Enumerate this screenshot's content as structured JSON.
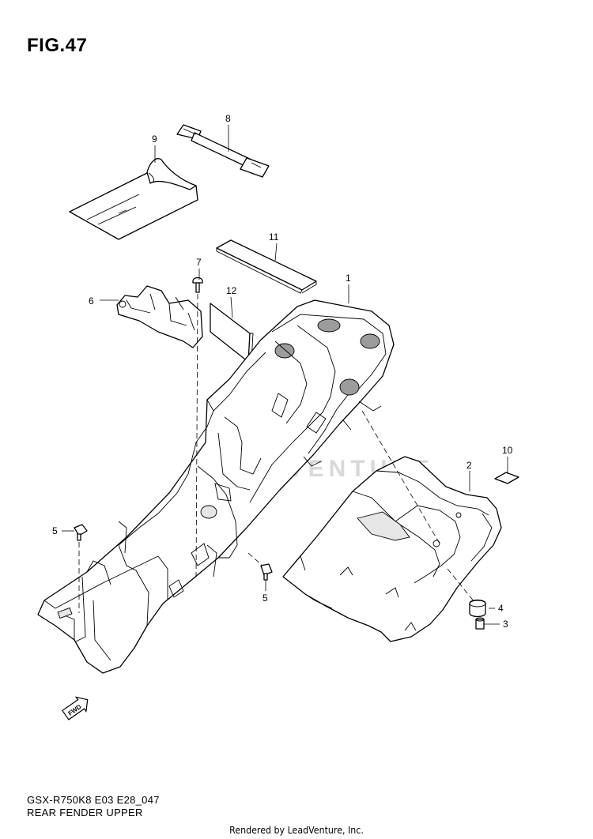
{
  "figure": {
    "title": "FIG.47",
    "model_code": "GSX-R750K8 E03 E28_047",
    "caption": "REAR FENDER UPPER",
    "credit": "Rendered by LeadVenture, Inc.",
    "watermark": "LEADVENTURE"
  },
  "callouts": {
    "p1": "1",
    "p2": "2",
    "p3": "3",
    "p4": "4",
    "p5a": "5",
    "p5b": "5",
    "p6": "6",
    "p7": "7",
    "p8": "8",
    "p9": "9",
    "p10": "10",
    "p11": "11",
    "p12": "12"
  },
  "fwd_marker": {
    "label": "FWD",
    "icon": "fwd-arrow-icon"
  },
  "colors": {
    "line": "#000000",
    "background": "#ffffff",
    "watermark": "#d8d8d8"
  }
}
